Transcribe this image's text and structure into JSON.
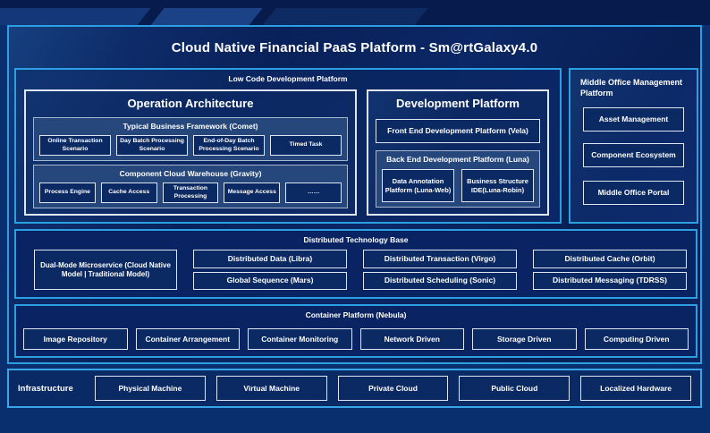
{
  "title": "Cloud Native Financial PaaS Platform - Sm@rtGalaxy4.0",
  "low_code": {
    "label": "Low Code Development Platform",
    "operation_architecture": {
      "title": "Operation Architecture",
      "comet": {
        "label": "Typical Business Framework (Comet)",
        "items": [
          "Online Transaction Scenario",
          "Day Batch Processing Scenario",
          "End-of-Day Batch Processing Scenario",
          "Timed Task"
        ]
      },
      "gravity": {
        "label": "Component Cloud Warehouse (Gravity)",
        "items": [
          "Process Engine",
          "Cache Access",
          "Transaction Processing",
          "Message Access",
          "……"
        ]
      }
    },
    "development_platform": {
      "title": "Development Platform",
      "front_end": "Front End Development Platform (Vela)",
      "back_end": {
        "label": "Back End Development Platform (Luna)",
        "items": [
          "Data Annotation Platform (Luna-Web)",
          "Business Structure IDE(Luna-Robin)"
        ]
      }
    }
  },
  "middle_office": {
    "label": "Middle Office Management Platform",
    "items": [
      "Asset Management",
      "Component Ecosystem",
      "Middle Office Portal"
    ]
  },
  "distributed": {
    "label": "Distributed Technology Base",
    "dual_mode": "Dual-Mode Microservice (Cloud Native Model | Traditional Model)",
    "columns": [
      [
        "Distributed Data (Libra)",
        "Global Sequence (Mars)"
      ],
      [
        "Distributed Transaction (Virgo)",
        "Distributed Scheduling (Sonic)"
      ],
      [
        "Distributed Cache (Orbit)",
        "Distributed Messaging (TDRSS)"
      ]
    ]
  },
  "container_platform": {
    "label": "Container Platform (Nebula)",
    "items": [
      "Image Repository",
      "Container Arrangement",
      "Container Monitoring",
      "Network Driven",
      "Storage Driven",
      "Computing Driven"
    ]
  },
  "infrastructure": {
    "label": "Infrastructure",
    "items": [
      "Physical Machine",
      "Virtual Machine",
      "Private Cloud",
      "Public Cloud",
      "Localized Hardware"
    ]
  },
  "colors": {
    "accent_border": "#2b9fe2",
    "background": "#0a2f6e",
    "panel_fill": "#0c2863",
    "group_fill": "#25477c",
    "leaf_fill": "#0b2a63",
    "text": "#ffffff"
  }
}
